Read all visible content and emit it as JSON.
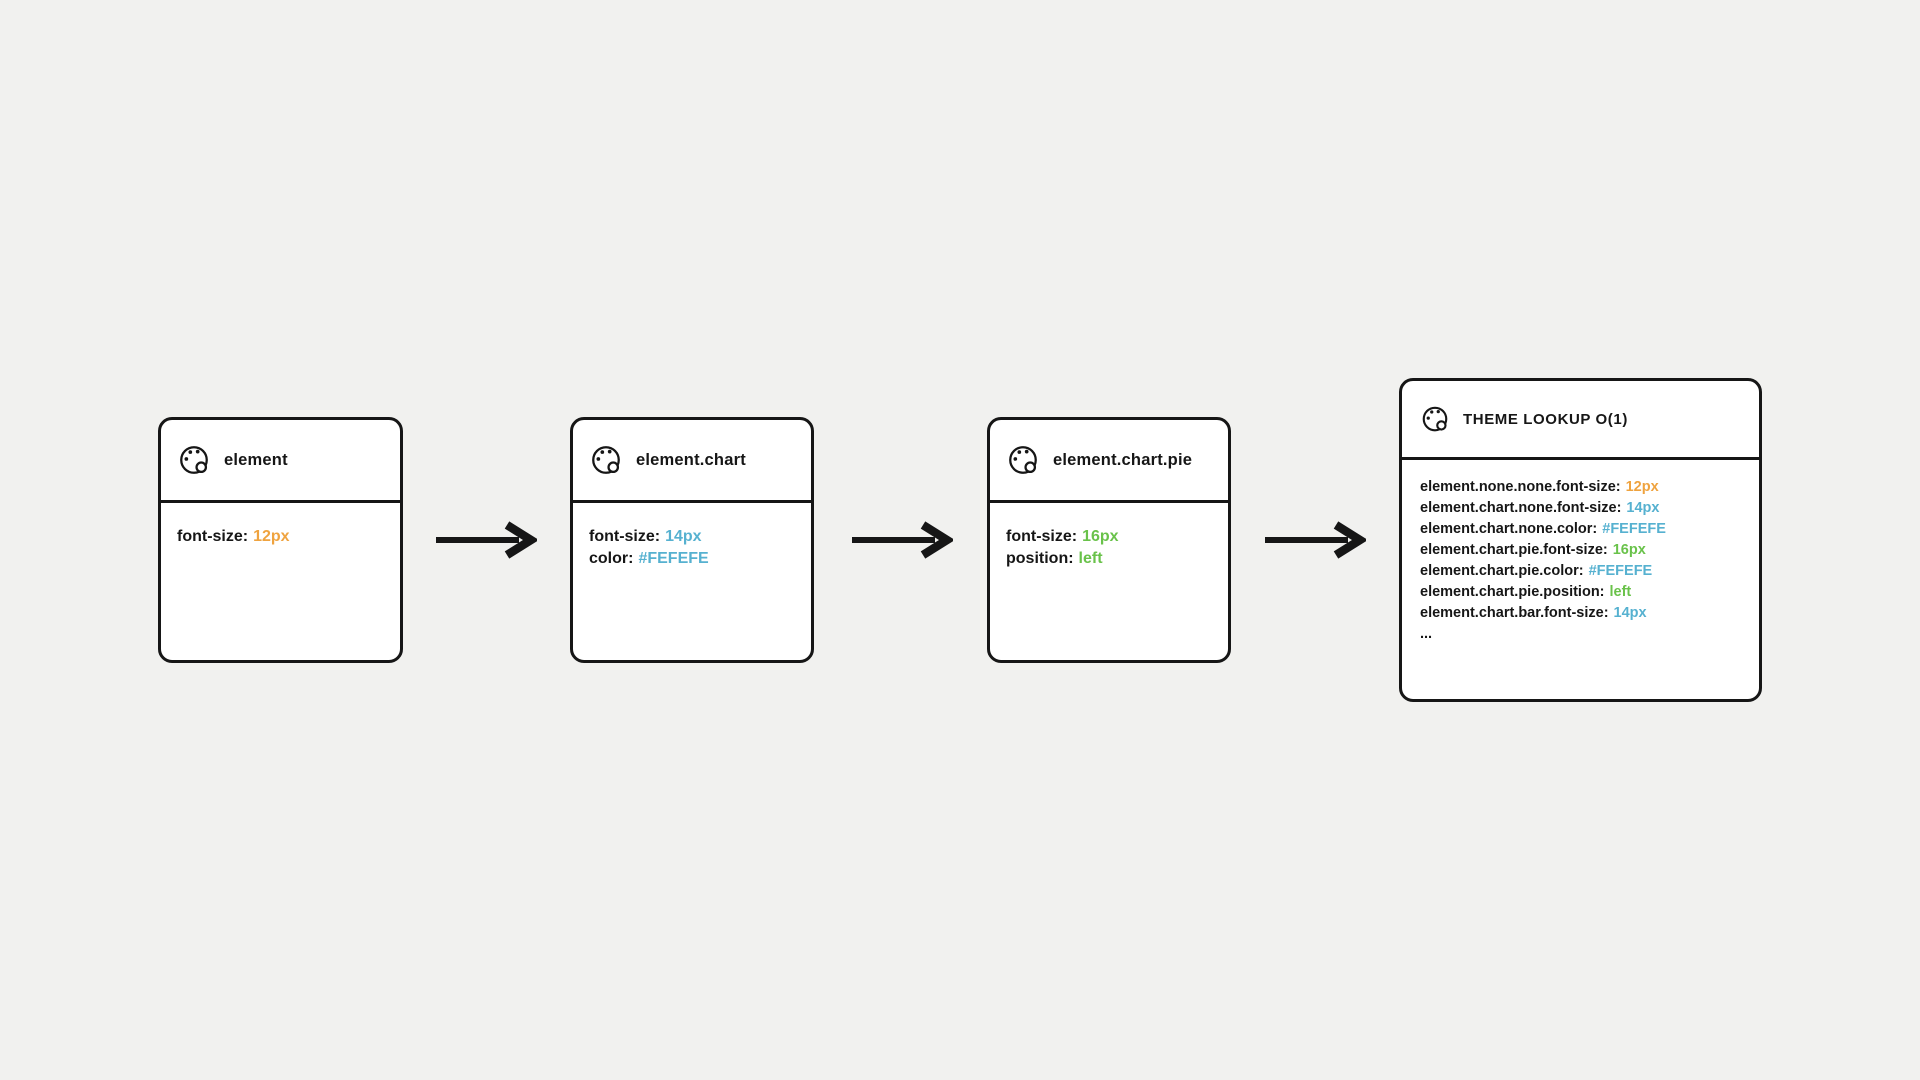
{
  "page": {
    "background": "#f1f1ef",
    "ink": "#161616",
    "card_background": "#ffffff"
  },
  "colors": {
    "orange": "#efa33f",
    "blue": "#56b1d0",
    "green": "#69c24a"
  },
  "icons": {
    "card": "palette-icon",
    "flow": "arrow-right-icon"
  },
  "cards": [
    {
      "title": "element",
      "rows": [
        {
          "label": "font-size:",
          "value": "12px",
          "color": "orange"
        }
      ]
    },
    {
      "title": "element.chart",
      "rows": [
        {
          "label": "font-size:",
          "value": "14px",
          "color": "blue"
        },
        {
          "label": "color:",
          "value": "#FEFEFE",
          "color": "blue"
        }
      ]
    },
    {
      "title": "element.chart.pie",
      "rows": [
        {
          "label": "font-size:",
          "value": "16px",
          "color": "green"
        },
        {
          "label": "position:",
          "value": "left",
          "color": "green"
        }
      ]
    }
  ],
  "lookup": {
    "title": "THEME LOOKUP O(1)",
    "rows": [
      {
        "label": "element.none.none.font-size:",
        "value": "12px",
        "color": "orange"
      },
      {
        "label": "element.chart.none.font-size:",
        "value": "14px",
        "color": "blue"
      },
      {
        "label": "element.chart.none.color:",
        "value": "#FEFEFE",
        "color": "blue"
      },
      {
        "label": "element.chart.pie.font-size:",
        "value": "16px",
        "color": "green"
      },
      {
        "label": "element.chart.pie.color:",
        "value": "#FEFEFE",
        "color": "blue"
      },
      {
        "label": "element.chart.pie.position:",
        "value": "left",
        "color": "green"
      },
      {
        "label": "element.chart.bar.font-size:",
        "value": "14px",
        "color": "blue"
      },
      {
        "label": "...",
        "value": "",
        "color": ""
      }
    ]
  }
}
